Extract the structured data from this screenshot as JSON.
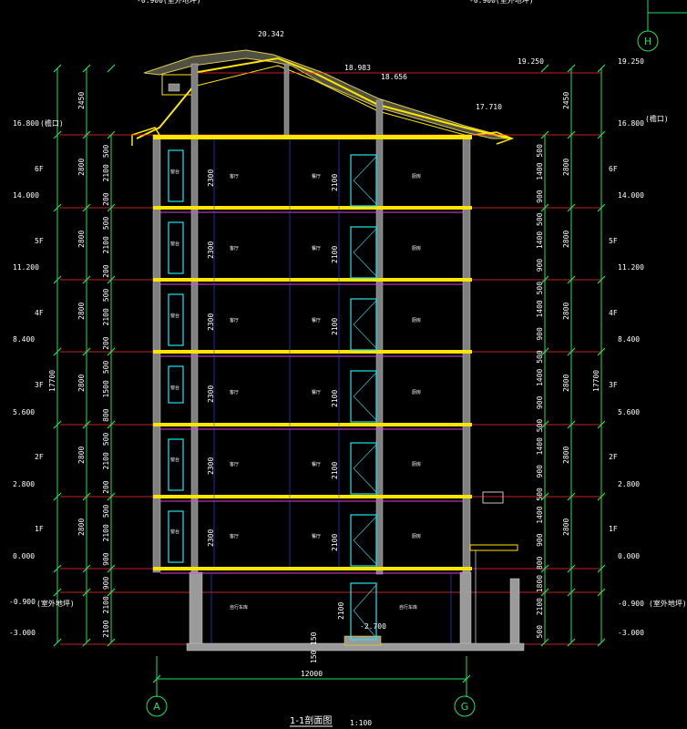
{
  "drawing": {
    "title": "1-1剖面图",
    "scale": "1:100",
    "overall_width": "12000",
    "overall_height_left": "17700",
    "overall_height_right": "17700",
    "roof_height_left": "2450",
    "roof_height_right": "2450",
    "basement_dim": "2100",
    "pit_dims": [
      "150",
      "150"
    ]
  },
  "axes": [
    {
      "id": "axis-a",
      "label": "A"
    },
    {
      "id": "axis-g",
      "label": "G"
    },
    {
      "id": "axis-h",
      "label": "H"
    }
  ],
  "elevations_left": [
    {
      "value": "16.800",
      "note": "(檐口)"
    },
    {
      "value": "14.000",
      "note": ""
    },
    {
      "value": "11.200",
      "note": ""
    },
    {
      "value": "8.400",
      "note": ""
    },
    {
      "value": "5.600",
      "note": ""
    },
    {
      "value": "2.800",
      "note": ""
    },
    {
      "value": "0.000",
      "note": ""
    },
    {
      "value": "-0.900",
      "note": "(室外地坪)"
    },
    {
      "value": "-3.000",
      "note": ""
    }
  ],
  "elevations_right": [
    {
      "value": "19.250",
      "note": ""
    },
    {
      "value": "16.800",
      "note": "(檐口)"
    },
    {
      "value": "14.000",
      "note": ""
    },
    {
      "value": "11.200",
      "note": ""
    },
    {
      "value": "8.400",
      "note": ""
    },
    {
      "value": "5.600",
      "note": ""
    },
    {
      "value": "2.800",
      "note": ""
    },
    {
      "value": "0.000",
      "note": ""
    },
    {
      "value": "-0.900",
      "note": "(室外地坪)"
    },
    {
      "value": "-3.000",
      "note": ""
    }
  ],
  "roof_elevations": [
    {
      "value": "20.342"
    },
    {
      "value": "18.983"
    },
    {
      "value": "18.656"
    },
    {
      "value": "19.250"
    },
    {
      "value": "17.710"
    }
  ],
  "interior_elevation": "-2.700",
  "floors": [
    "6F",
    "5F",
    "4F",
    "3F",
    "2F",
    "1F"
  ],
  "floor_heights_left": [
    "2800",
    "2800",
    "2800",
    "2800",
    "2800",
    "2800"
  ],
  "floor_heights_right": [
    "2800",
    "2800",
    "2800",
    "2800",
    "2800",
    "2800"
  ],
  "left_segments": [
    "500",
    "2100",
    "200",
    "500",
    "2100",
    "200",
    "500",
    "2100",
    "200",
    "500",
    "1500",
    "800",
    "500",
    "2100",
    "200",
    "500",
    "2100",
    "900",
    "900",
    "2100",
    "2100"
  ],
  "right_segments": [
    "500",
    "1400",
    "900",
    "500",
    "1400",
    "900",
    "500",
    "1400",
    "900",
    "500",
    "1400",
    "900",
    "500",
    "1400",
    "900",
    "500",
    "1400",
    "900",
    "800",
    "1800",
    "2100",
    "500"
  ],
  "window_heights": [
    "2300",
    "2300",
    "2300",
    "2300",
    "2300",
    "2300"
  ],
  "door_heights": [
    "2100",
    "2100",
    "2100",
    "2100",
    "2100",
    "2100",
    "2100"
  ],
  "rooms": {
    "living": "客厅",
    "hall": "餐厅",
    "kitchen": "厨房",
    "window_tag": "窗台",
    "basement_left": "自行车库",
    "basement_right": "自行车库"
  },
  "colors": {
    "dimension": "#20e060",
    "floor_slab": "#ffe600",
    "grid": "#ff3030",
    "window": "#22e6f0",
    "wall": "#c8c8c8",
    "column": "#e040e0",
    "roof": "#f0e060"
  }
}
